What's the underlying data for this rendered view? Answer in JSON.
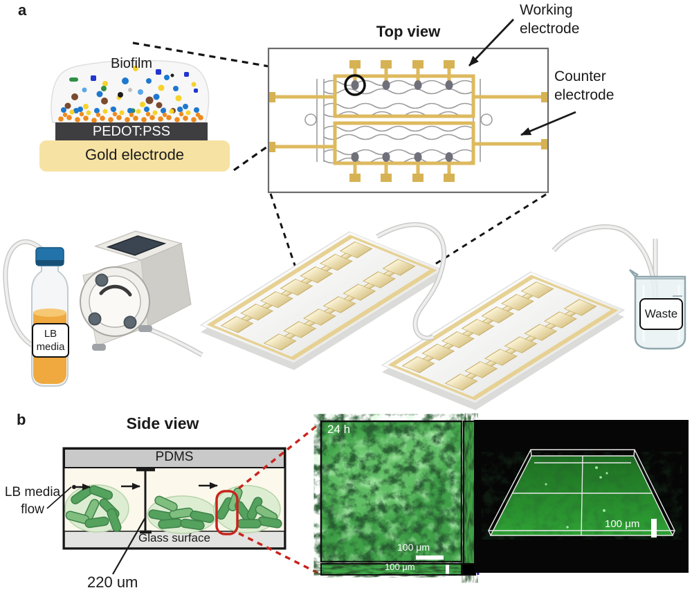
{
  "panel_a": {
    "label": "a",
    "stack": {
      "biofilm": "Biofilm",
      "pedot": "PEDOT:PSS",
      "gold": "Gold electrode"
    },
    "top_view": {
      "title": "Top view",
      "working_electrode": "Working electrode",
      "counter_electrode": "Counter electrode"
    },
    "flow": {
      "bottle_label": "LB media",
      "waste_label": "Waste"
    }
  },
  "panel_b": {
    "label": "b",
    "side_view": {
      "title": "Side view",
      "pdms": "PDMS",
      "flow_label": "LB media flow",
      "glass": "Glass surface",
      "channel_height": "220 um"
    },
    "confocal": {
      "timestamp": "24 h",
      "scalebar_main": "100 μm",
      "scalebar_xz": "100 μm"
    },
    "volume_view": {
      "scalebar": "100 μm"
    }
  },
  "colors": {
    "gold_trace": "#ddba5e",
    "gold_pad": "#f6e2a2",
    "pedot_gray": "#3e3e41",
    "bacteria_green": "#57a05f",
    "confocal_green": "#3fa047",
    "highlight_red": "#c8241e"
  }
}
